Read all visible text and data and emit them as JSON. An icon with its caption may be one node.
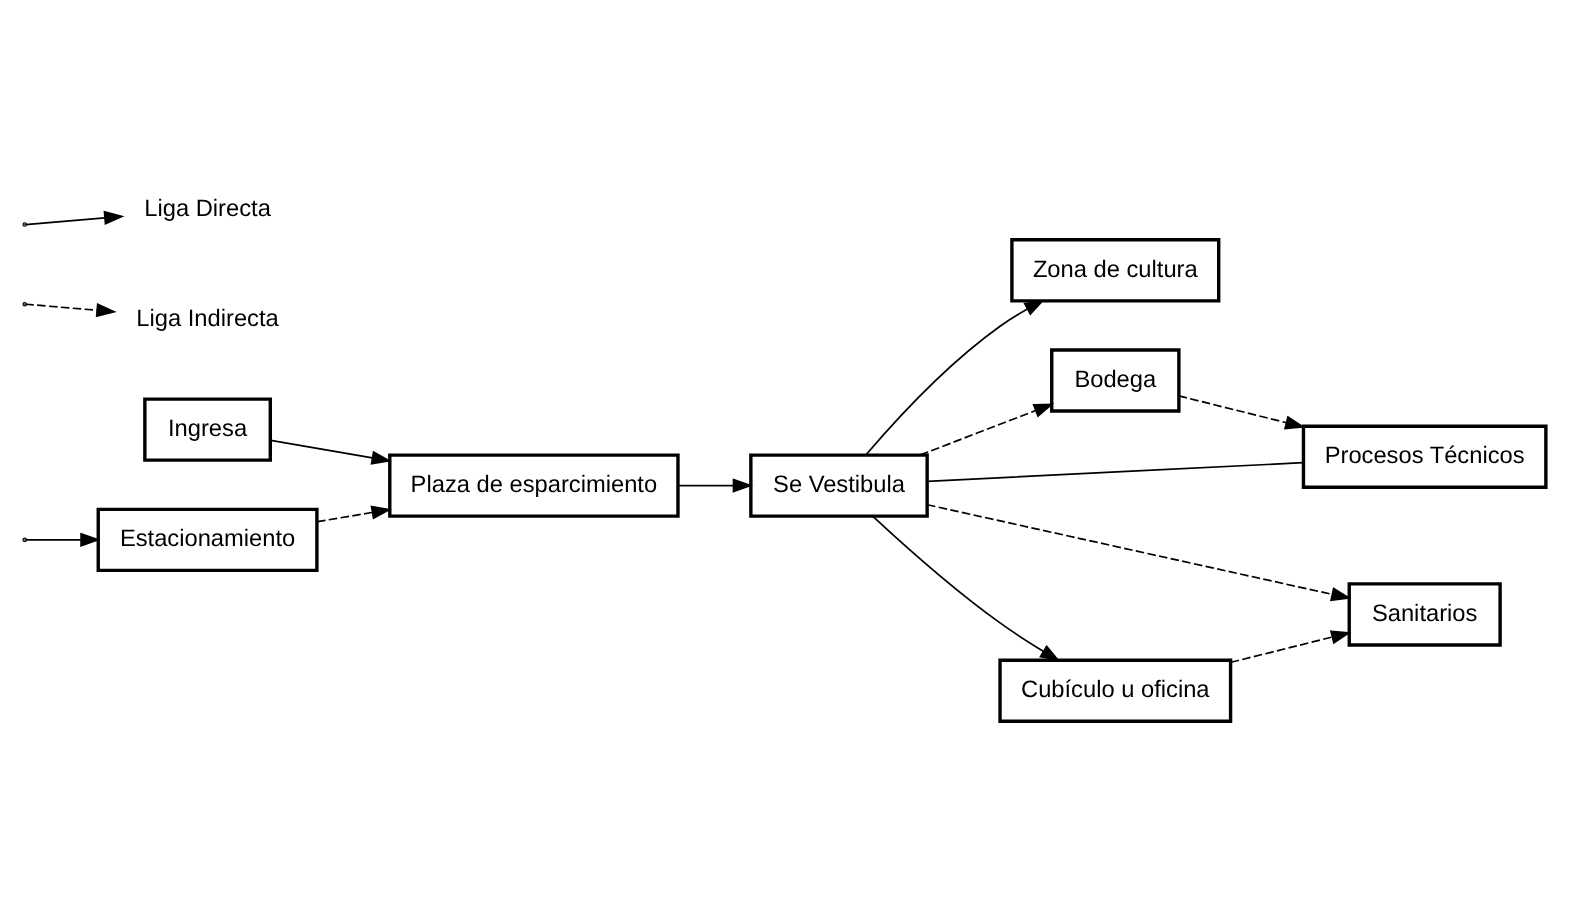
{
  "diagram": {
    "nodes": [
      {
        "text": [
          "Estacionamiento"
        ]
      },
      {
        "text": [
          "Zona de cultura"
        ]
      },
      {
        "text": [
          "Bodega"
        ]
      },
      {
        "text": [
          "Ingresa"
        ]
      },
      {
        "text": [
          "Plaza de esparcimiento"
        ]
      },
      {
        "text": [
          "Se Vestibula"
        ]
      },
      {
        "text": [
          "Procesos Técnicos"
        ]
      },
      {
        "text": [
          "Sanitarios"
        ]
      },
      {
        "text": [
          "Cubículo u oficina"
        ]
      }
    ],
    "edges": [
      {
        "from": null,
        "to": 0,
        "arrow": "to"
      },
      {
        "from": 0,
        "to": 4,
        "arrow": "to",
        "style": "dashed"
      },
      {
        "from": 3,
        "to": 4,
        "arrow": "to"
      },
      {
        "from": 4,
        "to": 5,
        "arrow": "to"
      },
      {
        "from": 5,
        "to": 1,
        "arrow": "to"
      },
      {
        "from": 5,
        "to": 2,
        "arrow": "to",
        "style": "dashed"
      },
      {
        "from": 2,
        "to": 6,
        "arrow": "to",
        "style": "dashed"
      },
      {
        "from": 5,
        "to": 6,
        "arrow": "none"
      },
      {
        "from": 5,
        "to": 7,
        "arrow": "to",
        "style": "dashed"
      },
      {
        "from": 5,
        "to": 8,
        "arrow": "to"
      },
      {
        "from": 8,
        "to": 7,
        "arrow": "to",
        "style": "dashed"
      }
    ],
    "legend": [
      {
        "text": "Liga Directa"
      },
      {
        "text": "Liga Indirecta"
      }
    ]
  }
}
